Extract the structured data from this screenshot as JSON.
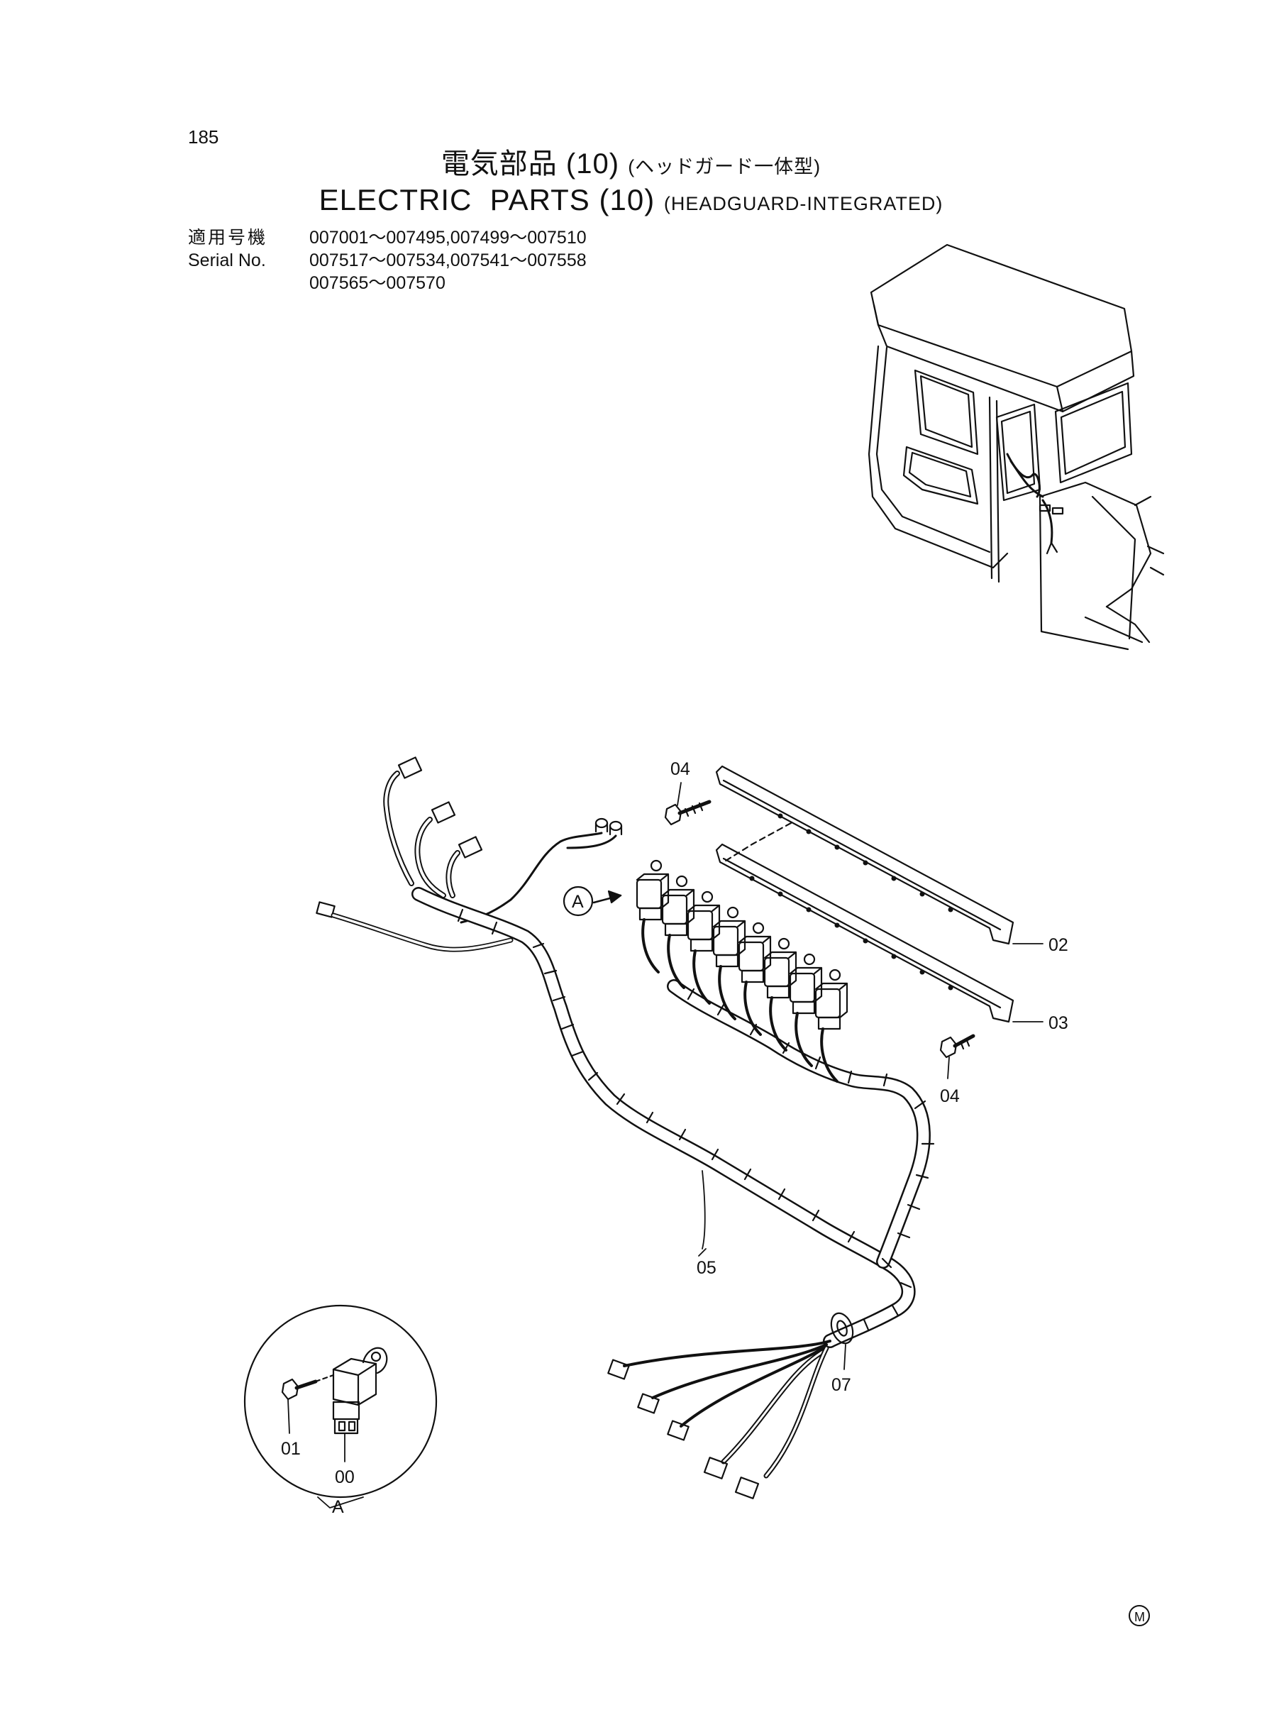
{
  "page_number": "185",
  "title_jp": "電気部品 (10)",
  "title_jp_sub": "(ヘッドガード一体型)",
  "title_en": "ELECTRIC  PARTS (10)",
  "title_en_sub": "(HEADGUARD-INTEGRATED)",
  "serial": {
    "label_jp": "適用号機",
    "label_en": "Serial No.",
    "lines": [
      "007001～007495,007499～007510",
      "007517～007534,007541～007558",
      "007565～007570"
    ]
  },
  "callouts": {
    "c04_top": "04",
    "c02": "02",
    "c03": "03",
    "c04_bottom": "04",
    "c05": "05",
    "c07": "07",
    "c01": "01",
    "c00": "00",
    "detail_ref": "A",
    "detail_label": "A"
  },
  "mark": "M"
}
